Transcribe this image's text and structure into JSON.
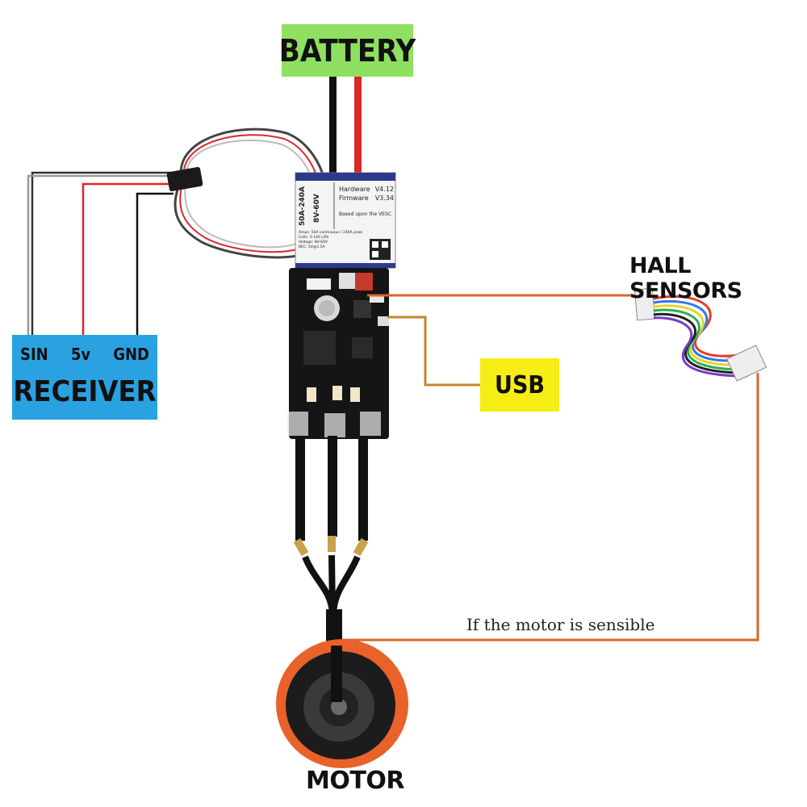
{
  "labels": {
    "battery": "BATTERY",
    "hall_sensors": "HALL SENSORS",
    "usb": "USB",
    "receiver": "RECEIVER",
    "receiver_pins": [
      "SIN",
      "5v",
      "GND"
    ],
    "motor": "MOTOR",
    "note": "If the motor is sensible"
  },
  "esc_label": {
    "rating": "50A-240A",
    "voltage": "8V-60V",
    "hardware": "Hardware",
    "hardware_version": "V4.12",
    "firmware": "Firmware",
    "firmware_version": "V3.34",
    "based_on": "Based upon the VESC",
    "specs": [
      "Amps: 50A continuous / 240A peak",
      "Cells: 3-14S LiPo",
      "Voltage: 8V-60V",
      "BEC: 5V@1.5A"
    ]
  },
  "colors": {
    "battery_box": "#8fe060",
    "usb_box": "#f5ed14",
    "receiver_box": "#2aa2e2",
    "signal_wire": "#d9662b",
    "usb_wire": "#c0892a",
    "red_wire": "#d8282a",
    "black_wire": "#111111",
    "motor_ring": "#e8622a"
  }
}
